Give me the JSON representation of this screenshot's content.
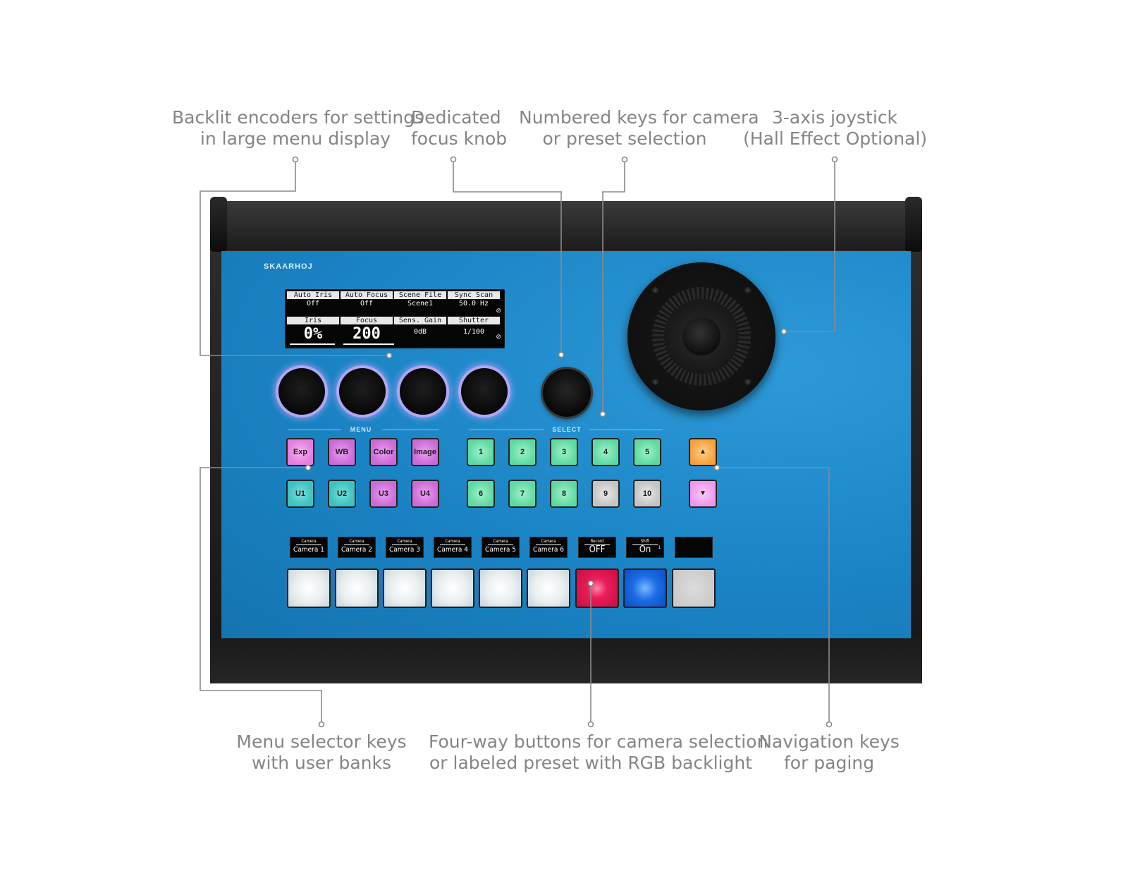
{
  "callouts": {
    "encoders": [
      "Backlit encoders for settings",
      "in large menu display"
    ],
    "focus": [
      "Dedicated",
      "focus knob"
    ],
    "numbered": [
      "Numbered keys for camera",
      "or preset selection"
    ],
    "joystick": [
      "3-axis joystick",
      "(Hall Effect Optional)"
    ],
    "menu_keys": [
      "Menu selector keys",
      "with user banks"
    ],
    "four_way": [
      "Four-way buttons for camera selection",
      "or labeled preset with RGB backlight"
    ],
    "navigation": [
      "Navigation keys",
      "for paging"
    ]
  },
  "brand": "SKAARHOJ",
  "display": {
    "top": [
      {
        "header": "Auto Iris",
        "value": "Off"
      },
      {
        "header": "Auto Focus",
        "value": "Off"
      },
      {
        "header": "Scene File",
        "value": "Scene1"
      },
      {
        "header": "Sync Scan",
        "value": "50.0 Hz"
      }
    ],
    "bottom": [
      {
        "header": "Iris",
        "value": "0%"
      },
      {
        "header": "Focus",
        "value": "200"
      },
      {
        "header": "Sens. Gain",
        "value": "0dB"
      },
      {
        "header": "Shutter",
        "value": "1/100"
      }
    ]
  },
  "sections": {
    "menu": "MENU",
    "select": "SELECT"
  },
  "menu_keys": {
    "row1": [
      "Exp",
      "WB",
      "Color",
      "Image"
    ],
    "row2": [
      "U1",
      "U2",
      "U3",
      "U4"
    ]
  },
  "select_keys": {
    "row1": [
      "1",
      "2",
      "3",
      "4",
      "5"
    ],
    "row2": [
      "6",
      "7",
      "8",
      "9",
      "10"
    ]
  },
  "nav_keys": {
    "up": "▲",
    "down": "▼"
  },
  "camera_labels": [
    {
      "title": "Camera",
      "value": "Camera 1"
    },
    {
      "title": "Camera",
      "value": "Camera 2"
    },
    {
      "title": "Camera",
      "value": "Camera 3"
    },
    {
      "title": "Camera",
      "value": "Camera 4"
    },
    {
      "title": "Camera",
      "value": "Camera 5"
    },
    {
      "title": "Camera",
      "value": "Camera 6"
    },
    {
      "title": "Record",
      "value": "OFF"
    },
    {
      "title": "Shift",
      "value": "On",
      "sup": "1"
    }
  ],
  "colors": {
    "panel": "#1b84c4",
    "callout_text": "#858585",
    "record_key": "#ec1c5a",
    "shift_key": "#1a6ce6"
  }
}
